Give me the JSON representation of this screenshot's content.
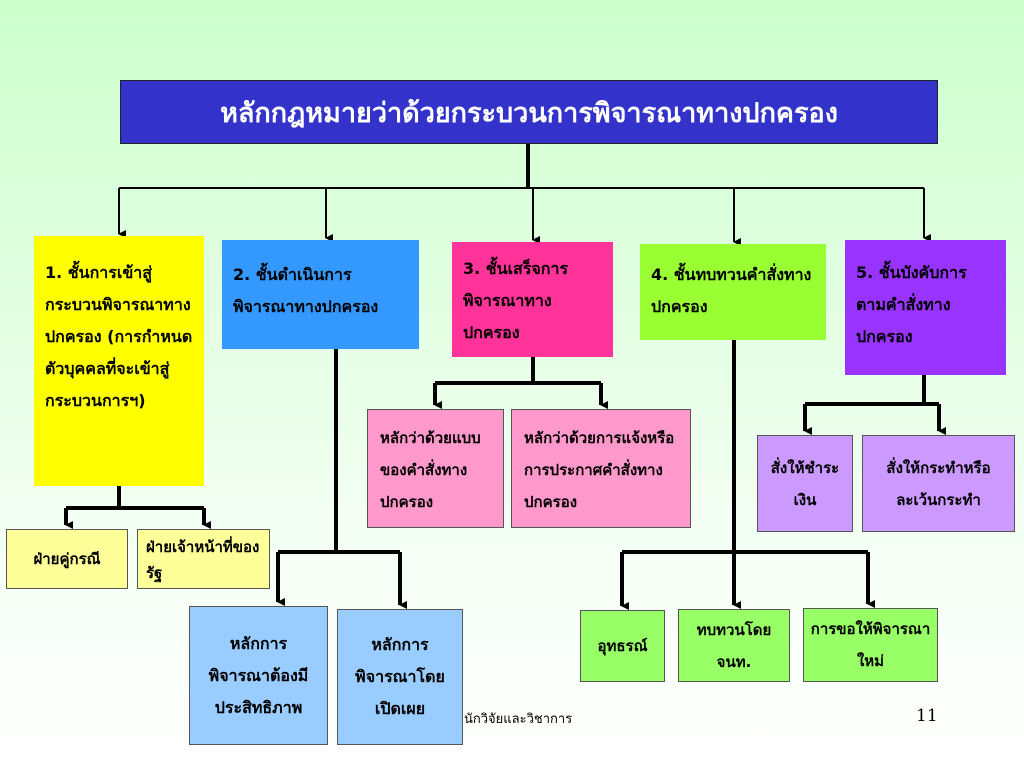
{
  "title": "หลักกฎหมายว่าด้วยกระบวนการพิจารณาทางปกครอง",
  "stages": [
    {
      "label": "1. ชั้นการเข้าสู่กระบวนพิจารณาทางปกครอง (การกำหนดตัวบุคคลที่จะเข้าสู่กระบวนการฯ)",
      "color": "#ffff00",
      "children": [
        "ฝ่ายคู่กรณี",
        "ฝ่ายเจ้าหน้าที่ของรัฐ"
      ]
    },
    {
      "label": "2. ชั้นดำเนินการพิจารณาทางปกครอง",
      "color": "#3399ff",
      "children": [
        "หลักการพิจารณาต้องมีประสิทธิภาพ",
        "หลักการพิจารณาโดยเปิดเผย"
      ]
    },
    {
      "label": "3. ชั้นเสร็จการพิจารณาทางปกครอง",
      "color": "#ff3399",
      "children": [
        "หลักว่าด้วยแบบของคำสั่งทางปกครอง",
        "หลักว่าด้วยการแจ้งหรือการประกาศคำสั่งทางปกครอง"
      ]
    },
    {
      "label": "4. ชั้นทบทวนคำสั่งทางปกครอง",
      "color": "#99ff33",
      "children": [
        "อุทธรณ์",
        "ทบทวนโดย จนท.",
        "การขอให้พิจารณาใหม่"
      ]
    },
    {
      "label": "5. ชั้นบังคับการตามคำสั่งทางปกครอง",
      "color": "#9933ff",
      "children": [
        "สั่งให้ชำระเงิน",
        "สั่งให้กระทำหรือละเว้นกระทำ"
      ]
    }
  ],
  "footer": "นักวิจัยและวิชาการ",
  "page_number": "11"
}
